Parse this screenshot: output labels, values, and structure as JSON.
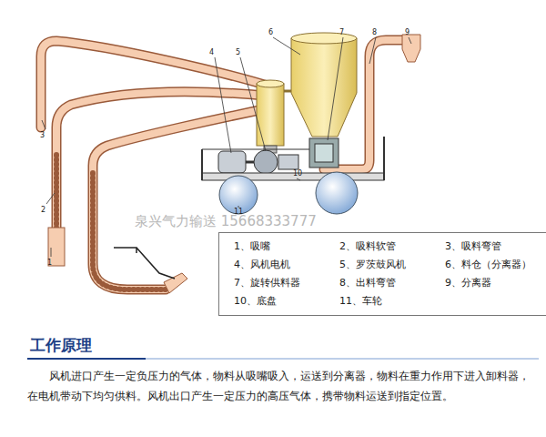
{
  "diagram": {
    "title": "工作原理",
    "nodes": [
      {
        "text": [
          "1、吸嘴",
          "2、吸料软管",
          "3、吸料弯管",
          "4、风机电机",
          "5、罗茨鼓风机",
          "6、料仓（分离器）",
          "7、旋转供料器",
          "8、出料弯管",
          "9、分离器",
          "10、底盘",
          "11、车轮"
        ]
      }
    ],
    "labels": [
      "1",
      "2",
      "3",
      "4",
      "5",
      "6",
      "7",
      "8",
      "9",
      "10",
      "11",
      "泉兴气力输送 15668333777",
      "风机进口产生一定负压力的气体，物料从吸嘴吸入，运送到分离器，物料在重力作用下进入卸料器，在电机带动下均匀供料。风机出口产生一定压力的高压气体，携带物料运送到指定位置。"
    ]
  }
}
